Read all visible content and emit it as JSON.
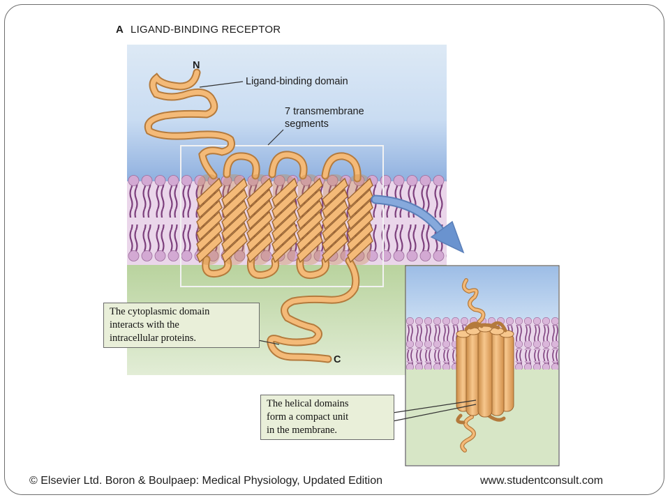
{
  "panel": {
    "letter": "A",
    "title": "LIGAND-BINDING RECEPTOR"
  },
  "labels": {
    "n_terminus": "N",
    "c_terminus": "C",
    "ligand_binding_domain": "Ligand-binding domain",
    "transmembrane_line1": "7 transmembrane",
    "transmembrane_line2": "segments"
  },
  "callouts": {
    "cytoplasmic": [
      "The cytoplasmic domain",
      "interacts with the",
      "intracellular proteins."
    ],
    "helical": [
      "The helical domains",
      "form a compact unit",
      "in the membrane."
    ]
  },
  "footer": {
    "copyright": "© Elsevier Ltd. Boron & Boulpaep: Medical Physiology, Updated Edition",
    "website": "www.studentconsult.com"
  },
  "colors": {
    "extracellular_top": "#d8e8f5",
    "extracellular_bottom": "#8fb2e0",
    "cytoplasm": "#c5dcb0",
    "lipid_head": "#d3a9d3",
    "lipid_tail": "#7c3f7c",
    "protein": "#f4ba78",
    "protein_outline": "#b47a3c",
    "arrow": "#6a93cf"
  }
}
